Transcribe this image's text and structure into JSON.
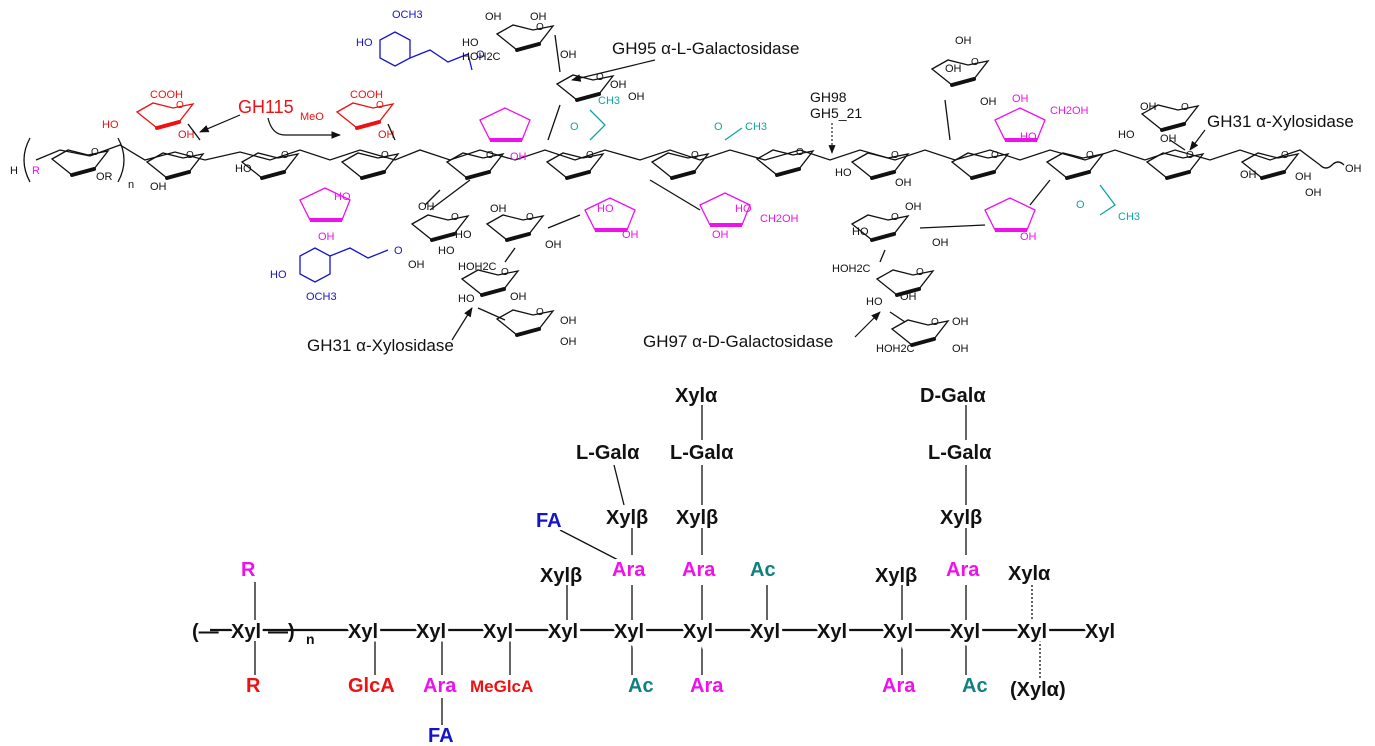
{
  "colors": {
    "black": "#111111",
    "glucuronic": "#ee1111",
    "arabinose": "#ee11ee",
    "ferulic": "#1414cc",
    "acetyl": "#10a4a4",
    "node_teal": "#118080"
  },
  "enzymes": {
    "gh95": "GH95 α-L-Galactosidase",
    "gh115": "GH115",
    "gh98": "GH98",
    "gh5_21": "GH5_21",
    "gh31_top": "GH31 α-Xylosidase",
    "gh31_bottom": "GH31 α-Xylosidase",
    "gh97": "GH97 α-D-Galactosidase"
  },
  "structure_labels": {
    "cooh": "COOH",
    "ho": "HO",
    "oh": "OH",
    "o": "O",
    "och3": "OCH3",
    "ch3": "CH3",
    "ch2oh": "CH2OH",
    "hoh2c": "HOH2C",
    "meo": "MeO",
    "h": "H",
    "r": "R",
    "or": "OR",
    "n": "n"
  },
  "schematic": {
    "backbone": {
      "open": "(—",
      "first": "Xyl",
      "close": "—)",
      "sub": "n",
      "units": [
        "Xyl",
        "Xyl",
        "Xyl",
        "Xyl",
        "Xyl",
        "Xyl",
        "Xyl",
        "Xyl",
        "Xyl",
        "Xyl",
        "Xyl",
        "Xyl"
      ]
    },
    "above": {
      "r": "R",
      "xylb_1": "Xylβ",
      "ara_1": "Ara",
      "fa_top": "FA",
      "xylb_2": "Xylβ",
      "lgal_1": "L-Galα",
      "ara_2": "Ara",
      "xylb_3": "Xylβ",
      "lgal_2": "L-Galα",
      "xyla_top": "Xylα",
      "ac_top": "Ac",
      "xylb_4": "Xylβ",
      "ara_3": "Ara",
      "xylb_5": "Xylβ",
      "lgal_3": "L-Galα",
      "dgal": "D-Galα",
      "xyla_right": "Xylα"
    },
    "below": {
      "r": "R",
      "glca": "GlcA",
      "ara": "Ara",
      "fa": "FA",
      "meglca": "MeGlcA",
      "ac_1": "Ac",
      "ara_2": "Ara",
      "ara_3": "Ara",
      "ac_2": "Ac",
      "xyla": "(Xylα)"
    }
  }
}
